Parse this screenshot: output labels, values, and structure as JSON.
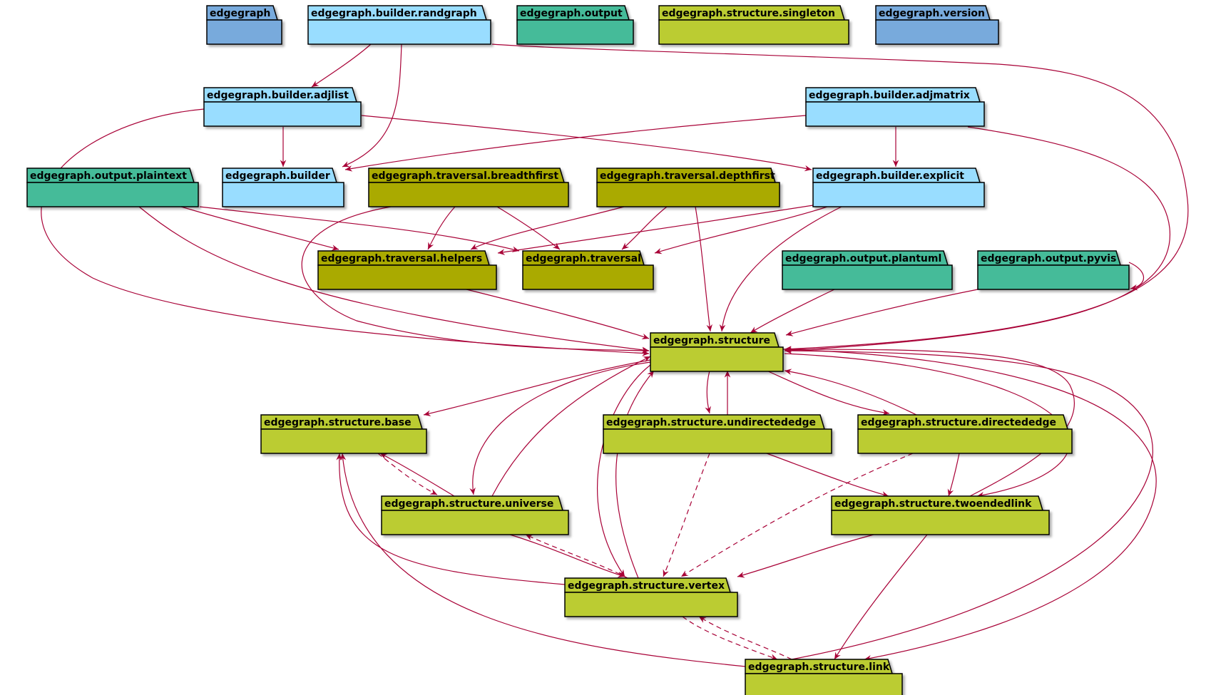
{
  "colors": {
    "root": "#78aadc",
    "builder": "#99ddff",
    "output": "#44bb99",
    "traversal": "#aaaa00",
    "structure": "#bbcc33",
    "arrow": "#a80036"
  },
  "packages": [
    {
      "id": "edgegraph",
      "label": "edgegraph",
      "group": "root"
    },
    {
      "id": "builder-randgraph",
      "label": "edgegraph.builder.randgraph",
      "group": "builder"
    },
    {
      "id": "output",
      "label": "edgegraph.output",
      "group": "output"
    },
    {
      "id": "structure-singleton",
      "label": "edgegraph.structure.singleton",
      "group": "structure"
    },
    {
      "id": "version",
      "label": "edgegraph.version",
      "group": "root"
    },
    {
      "id": "builder-adjlist",
      "label": "edgegraph.builder.adjlist",
      "group": "builder"
    },
    {
      "id": "builder-adjmatrix",
      "label": "edgegraph.builder.adjmatrix",
      "group": "builder"
    },
    {
      "id": "output-plaintext",
      "label": "edgegraph.output.plaintext",
      "group": "output"
    },
    {
      "id": "builder",
      "label": "edgegraph.builder",
      "group": "builder"
    },
    {
      "id": "traversal-breadthfirst",
      "label": "edgegraph.traversal.breadthfirst",
      "group": "traversal"
    },
    {
      "id": "traversal-depthfirst",
      "label": "edgegraph.traversal.depthfirst",
      "group": "traversal"
    },
    {
      "id": "builder-explicit",
      "label": "edgegraph.builder.explicit",
      "group": "builder"
    },
    {
      "id": "traversal-helpers",
      "label": "edgegraph.traversal.helpers",
      "group": "traversal"
    },
    {
      "id": "traversal",
      "label": "edgegraph.traversal",
      "group": "traversal"
    },
    {
      "id": "output-plantuml",
      "label": "edgegraph.output.plantuml",
      "group": "output"
    },
    {
      "id": "output-pyvis",
      "label": "edgegraph.output.pyvis",
      "group": "output"
    },
    {
      "id": "structure",
      "label": "edgegraph.structure",
      "group": "structure"
    },
    {
      "id": "structure-base",
      "label": "edgegraph.structure.base",
      "group": "structure"
    },
    {
      "id": "structure-undirectededge",
      "label": "edgegraph.structure.undirectededge",
      "group": "structure"
    },
    {
      "id": "structure-directededge",
      "label": "edgegraph.structure.directededge",
      "group": "structure"
    },
    {
      "id": "structure-universe",
      "label": "edgegraph.structure.universe",
      "group": "structure"
    },
    {
      "id": "structure-twoendedlink",
      "label": "edgegraph.structure.twoendedlink",
      "group": "structure"
    },
    {
      "id": "structure-vertex",
      "label": "edgegraph.structure.vertex",
      "group": "structure"
    },
    {
      "id": "structure-link",
      "label": "edgegraph.structure.link",
      "group": "structure"
    }
  ],
  "dependencies": [
    {
      "from": "builder-randgraph",
      "to": "builder-adjlist",
      "style": "solid"
    },
    {
      "from": "builder-randgraph",
      "to": "builder",
      "style": "solid"
    },
    {
      "from": "builder-randgraph",
      "to": "structure",
      "style": "solid"
    },
    {
      "from": "builder-adjlist",
      "to": "builder",
      "style": "solid"
    },
    {
      "from": "builder-adjlist",
      "to": "builder-explicit",
      "style": "solid"
    },
    {
      "from": "builder-adjlist",
      "to": "structure",
      "style": "solid"
    },
    {
      "from": "builder-adjmatrix",
      "to": "builder",
      "style": "solid"
    },
    {
      "from": "builder-adjmatrix",
      "to": "builder-explicit",
      "style": "solid"
    },
    {
      "from": "builder-adjmatrix",
      "to": "structure",
      "style": "solid"
    },
    {
      "from": "output-plaintext",
      "to": "traversal-helpers",
      "style": "solid"
    },
    {
      "from": "output-plaintext",
      "to": "traversal",
      "style": "solid"
    },
    {
      "from": "output-plaintext",
      "to": "structure",
      "style": "solid"
    },
    {
      "from": "traversal-breadthfirst",
      "to": "traversal-helpers",
      "style": "solid"
    },
    {
      "from": "traversal-breadthfirst",
      "to": "traversal",
      "style": "solid"
    },
    {
      "from": "traversal-breadthfirst",
      "to": "structure",
      "style": "solid"
    },
    {
      "from": "traversal-depthfirst",
      "to": "traversal-helpers",
      "style": "solid"
    },
    {
      "from": "traversal-depthfirst",
      "to": "traversal",
      "style": "solid"
    },
    {
      "from": "traversal-depthfirst",
      "to": "structure",
      "style": "solid"
    },
    {
      "from": "builder-explicit",
      "to": "traversal-helpers",
      "style": "solid"
    },
    {
      "from": "builder-explicit",
      "to": "traversal",
      "style": "solid"
    },
    {
      "from": "builder-explicit",
      "to": "structure",
      "style": "solid"
    },
    {
      "from": "traversal-helpers",
      "to": "structure",
      "style": "solid"
    },
    {
      "from": "output-plantuml",
      "to": "structure",
      "style": "solid"
    },
    {
      "from": "output-pyvis",
      "to": "output-pyvis",
      "style": "solid"
    },
    {
      "from": "output-pyvis",
      "to": "structure",
      "style": "solid"
    },
    {
      "from": "structure",
      "to": "structure-base",
      "style": "solid"
    },
    {
      "from": "structure",
      "to": "structure-universe",
      "style": "solid"
    },
    {
      "from": "structure",
      "to": "structure-undirectededge",
      "style": "solid"
    },
    {
      "from": "structure",
      "to": "structure-directededge",
      "style": "solid"
    },
    {
      "from": "structure",
      "to": "structure-twoendedlink",
      "style": "solid"
    },
    {
      "from": "structure",
      "to": "structure-vertex",
      "style": "solid"
    },
    {
      "from": "structure",
      "to": "structure-link",
      "style": "solid"
    },
    {
      "from": "structure-base",
      "to": "structure-universe",
      "style": "dashed"
    },
    {
      "from": "structure-universe",
      "to": "structure-base",
      "style": "solid"
    },
    {
      "from": "structure-universe",
      "to": "structure",
      "style": "solid"
    },
    {
      "from": "structure-universe",
      "to": "structure-vertex",
      "style": "solid"
    },
    {
      "from": "structure-undirectededge",
      "to": "structure",
      "style": "solid"
    },
    {
      "from": "structure-undirectededge",
      "to": "structure-twoendedlink",
      "style": "solid"
    },
    {
      "from": "structure-undirectededge",
      "to": "structure-vertex",
      "style": "dashed"
    },
    {
      "from": "structure-directededge",
      "to": "structure",
      "style": "solid"
    },
    {
      "from": "structure-directededge",
      "to": "structure-twoendedlink",
      "style": "solid"
    },
    {
      "from": "structure-directededge",
      "to": "structure-vertex",
      "style": "dashed"
    },
    {
      "from": "structure-twoendedlink",
      "to": "structure",
      "style": "solid"
    },
    {
      "from": "structure-twoendedlink",
      "to": "structure-vertex",
      "style": "solid"
    },
    {
      "from": "structure-twoendedlink",
      "to": "structure-link",
      "style": "solid"
    },
    {
      "from": "structure-vertex",
      "to": "structure-universe",
      "style": "dashed"
    },
    {
      "from": "structure-vertex",
      "to": "structure-base",
      "style": "solid"
    },
    {
      "from": "structure-vertex",
      "to": "structure",
      "style": "solid"
    },
    {
      "from": "structure-vertex",
      "to": "structure-link",
      "style": "dashed"
    },
    {
      "from": "structure-link",
      "to": "structure-vertex",
      "style": "dashed"
    },
    {
      "from": "structure-link",
      "to": "structure-base",
      "style": "solid"
    },
    {
      "from": "structure-link",
      "to": "structure",
      "style": "solid"
    }
  ]
}
